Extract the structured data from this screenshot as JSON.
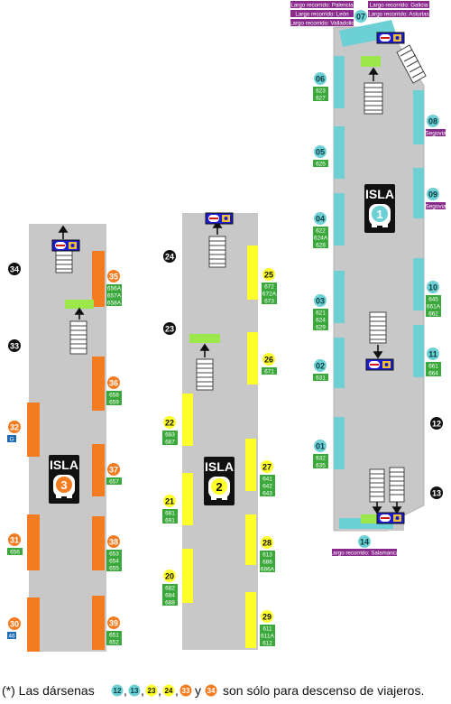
{
  "colors": {
    "floor": "#c8c8c8",
    "floor_edge": "#b4b4b4",
    "cyan": "#6cd0d4",
    "yellow": "#ffff2a",
    "orange": "#f47c20",
    "line_green": "#3aa83a",
    "light_green": "#9ce84a",
    "purple": "#8a2a8c",
    "blue_label": "#1f6cb4",
    "metro_blue": "#1a1ad0"
  },
  "islands": [
    {
      "title": "ISLA",
      "number": "1",
      "badge_color": "#6cd0d4",
      "number_color": "#6cd0d4"
    },
    {
      "title": "ISLA",
      "number": "2",
      "badge_color": "#ffff2a",
      "number_color": "#1a1a1a"
    },
    {
      "title": "ISLA",
      "number": "3",
      "badge_color": "#f47c20",
      "number_color": "#f47c20"
    }
  ],
  "platforms": [
    {
      "id": "07",
      "color": "cyan",
      "lines": []
    },
    {
      "id": "06",
      "color": "cyan",
      "lines": [
        "623",
        "627"
      ]
    },
    {
      "id": "05",
      "color": "cyan",
      "lines": [
        "625"
      ]
    },
    {
      "id": "04",
      "color": "cyan",
      "lines": [
        "622",
        "624A",
        "628"
      ]
    },
    {
      "id": "03",
      "color": "cyan",
      "lines": [
        "621",
        "624",
        "629"
      ]
    },
    {
      "id": "02",
      "color": "cyan",
      "lines": [
        "631"
      ]
    },
    {
      "id": "01",
      "color": "cyan",
      "lines": [
        "632",
        "635"
      ]
    },
    {
      "id": "08",
      "color": "cyan",
      "lines": [],
      "tag": "Segovia"
    },
    {
      "id": "09",
      "color": "cyan",
      "lines": [],
      "tag": "Segovia"
    },
    {
      "id": "10",
      "color": "cyan",
      "lines": [
        "645",
        "661A",
        "662"
      ]
    },
    {
      "id": "11",
      "color": "cyan",
      "lines": [
        "661",
        "664"
      ]
    },
    {
      "id": "12",
      "color": "black",
      "lines": []
    },
    {
      "id": "13",
      "color": "black",
      "lines": []
    },
    {
      "id": "14",
      "color": "cyan",
      "lines": []
    },
    {
      "id": "24",
      "color": "black",
      "lines": []
    },
    {
      "id": "23",
      "color": "black",
      "lines": []
    },
    {
      "id": "25",
      "color": "yellow",
      "lines": [
        "672",
        "672A",
        "673"
      ]
    },
    {
      "id": "26",
      "color": "yellow",
      "lines": [
        "671"
      ]
    },
    {
      "id": "27",
      "color": "yellow",
      "lines": [
        "641",
        "642",
        "643"
      ]
    },
    {
      "id": "28",
      "color": "yellow",
      "lines": [
        "613",
        "686",
        "686A"
      ]
    },
    {
      "id": "29",
      "color": "yellow",
      "lines": [
        "611",
        "611A",
        "612"
      ]
    },
    {
      "id": "22",
      "color": "yellow",
      "lines": [
        "683",
        "687"
      ]
    },
    {
      "id": "21",
      "color": "yellow",
      "lines": [
        "681",
        "691"
      ]
    },
    {
      "id": "20",
      "color": "yellow",
      "lines": [
        "682",
        "684",
        "688"
      ]
    },
    {
      "id": "34",
      "color": "black",
      "lines": []
    },
    {
      "id": "33",
      "color": "black",
      "lines": []
    },
    {
      "id": "35",
      "color": "orange",
      "lines": [
        "656A",
        "657A",
        "658A"
      ]
    },
    {
      "id": "36",
      "color": "orange",
      "lines": [
        "658",
        "659"
      ]
    },
    {
      "id": "37",
      "color": "orange",
      "lines": [
        "657"
      ]
    },
    {
      "id": "38",
      "color": "orange",
      "lines": [
        "653",
        "654",
        "655"
      ]
    },
    {
      "id": "39",
      "color": "orange",
      "lines": [
        "651",
        "652"
      ]
    },
    {
      "id": "32",
      "color": "orange",
      "lines": [],
      "tag": "G"
    },
    {
      "id": "31",
      "color": "orange",
      "lines": [
        "656"
      ]
    },
    {
      "id": "30",
      "color": "orange",
      "lines": [],
      "tag": "46"
    }
  ],
  "long_distance": {
    "top_left": [
      "Largo recorrido: Palencia",
      "Largo recorrido: León",
      "Largo recorrido: Valladolid"
    ],
    "top_right": [
      "Largo recorrido: Galicia",
      "Largo recorrido: Asturias"
    ],
    "bottom": "Largo recorrido: Salamanca"
  },
  "footnote": {
    "prefix": "(*) Las dársenas",
    "numbers": [
      {
        "n": "12",
        "color": "cyan"
      },
      {
        "n": "13",
        "color": "cyan"
      },
      {
        "n": "23",
        "color": "yellow"
      },
      {
        "n": "24",
        "color": "yellow"
      },
      {
        "n": "33",
        "color": "orange"
      }
    ],
    "conjunction": "y",
    "last": {
      "n": "34",
      "color": "orange"
    },
    "suffix": "son sólo para descenso de viajeros."
  },
  "icons": [
    "metro-icon",
    "accessibility-icon",
    "escalator-icon",
    "stairs-icon",
    "arrow-up-icon",
    "arrow-down-icon",
    "bus-icon"
  ]
}
